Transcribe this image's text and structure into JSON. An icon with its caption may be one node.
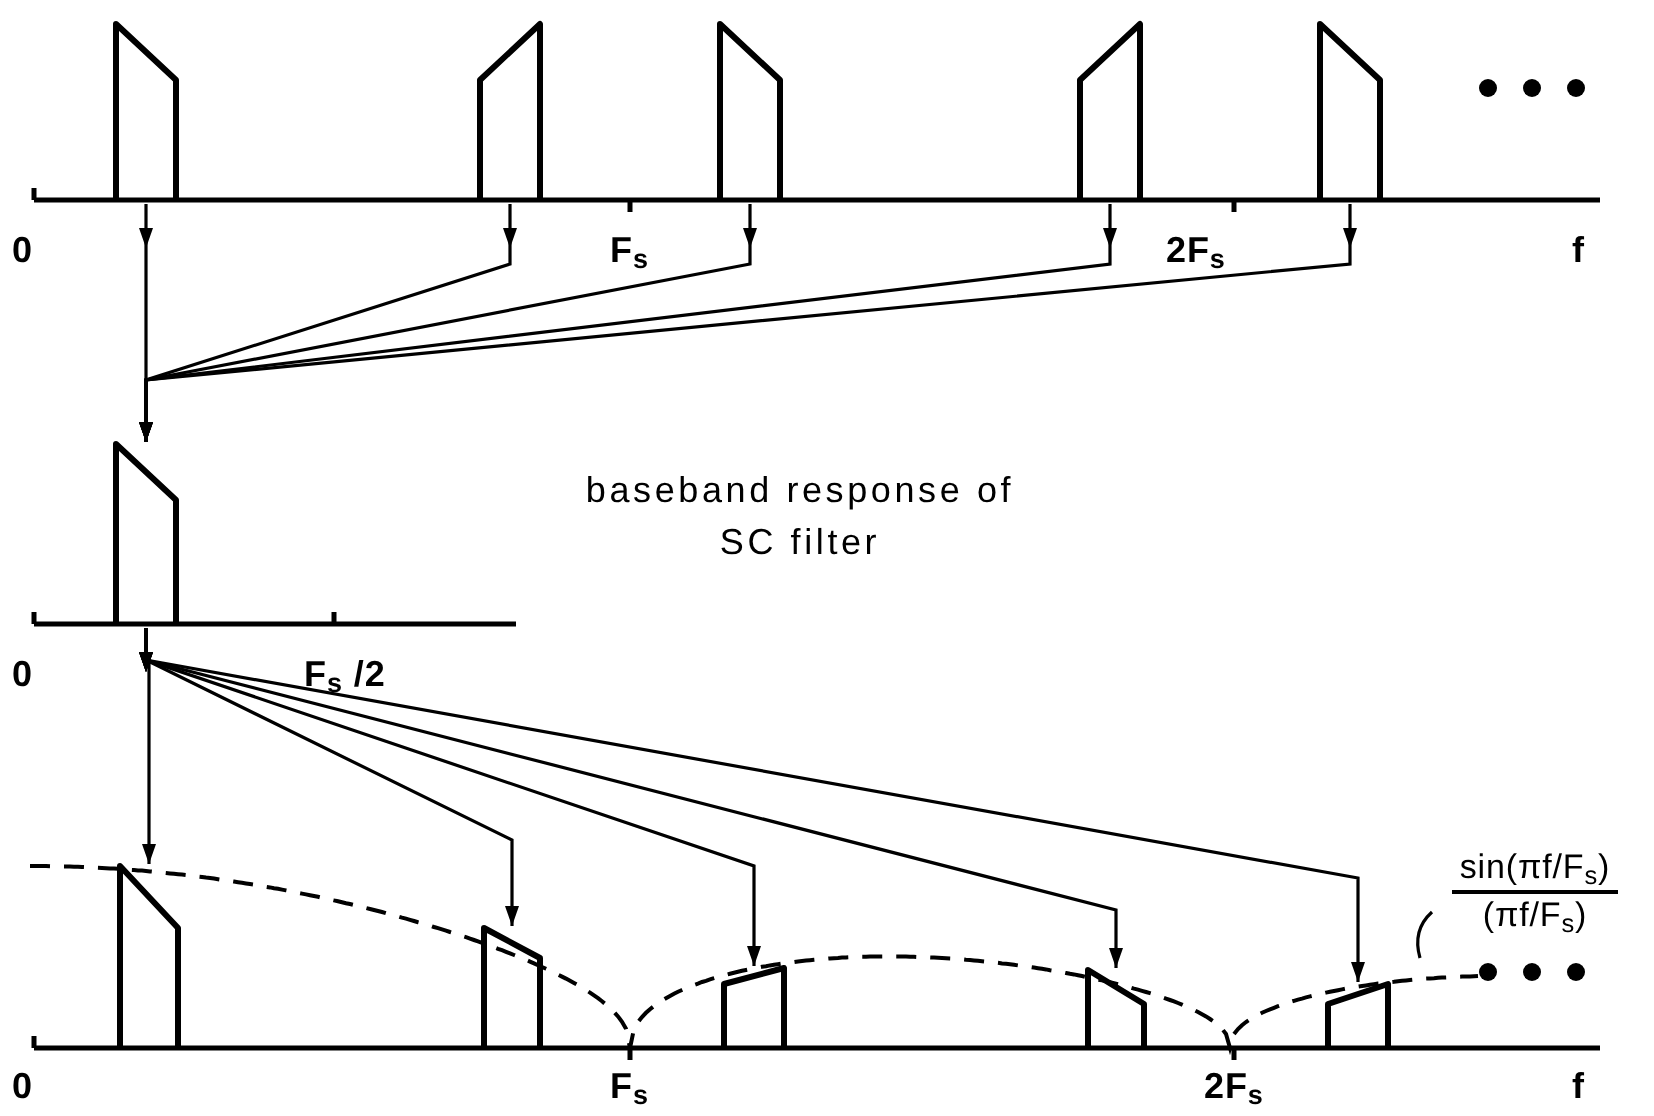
{
  "diagram": {
    "nodes": [
      {
        "text": [],
        "shape": "pulse"
      },
      {
        "text": [],
        "shape": "pulse"
      },
      {
        "text": [],
        "shape": "pulse"
      },
      {
        "text": [],
        "shape": "pulse"
      },
      {
        "text": [],
        "shape": "pulse"
      },
      {
        "text": [],
        "shape": "pulse"
      },
      {
        "text": [],
        "shape": "pulse"
      },
      {
        "text": [],
        "shape": "pulse"
      },
      {
        "text": [],
        "shape": "pulse"
      },
      {
        "text": [],
        "shape": "pulse"
      },
      {
        "text": [],
        "shape": "pulse"
      },
      {
        "text": [
          "sin(πf/F$_{s}$)",
          "(πf/F$_{s}$)"
        ]
      }
    ],
    "edges": [
      {
        "from": 0,
        "to": 5,
        "arrow": "to"
      },
      {
        "from": 1,
        "to": 5,
        "arrow": "to"
      },
      {
        "from": 2,
        "to": 5,
        "arrow": "to"
      },
      {
        "from": 3,
        "to": 5,
        "arrow": "to"
      },
      {
        "from": 4,
        "to": 5,
        "arrow": "to"
      },
      {
        "from": 5,
        "to": 6,
        "arrow": "to"
      },
      {
        "from": 5,
        "to": 7,
        "arrow": "to"
      },
      {
        "from": 5,
        "to": 8,
        "arrow": "to"
      },
      {
        "from": 5,
        "to": 9,
        "arrow": "to"
      },
      {
        "from": 5,
        "to": 10,
        "arrow": "to"
      },
      {
        "from": 11,
        "to": null,
        "arrow": "none"
      }
    ],
    "labels": [
      "0",
      "F$_{s}$",
      "2F$_{s}$",
      "f",
      "baseband response of SC filter",
      "0",
      "F$_{s}$ /2",
      "0",
      "F$_{s}$",
      "2F$_{s}$",
      "f"
    ]
  }
}
